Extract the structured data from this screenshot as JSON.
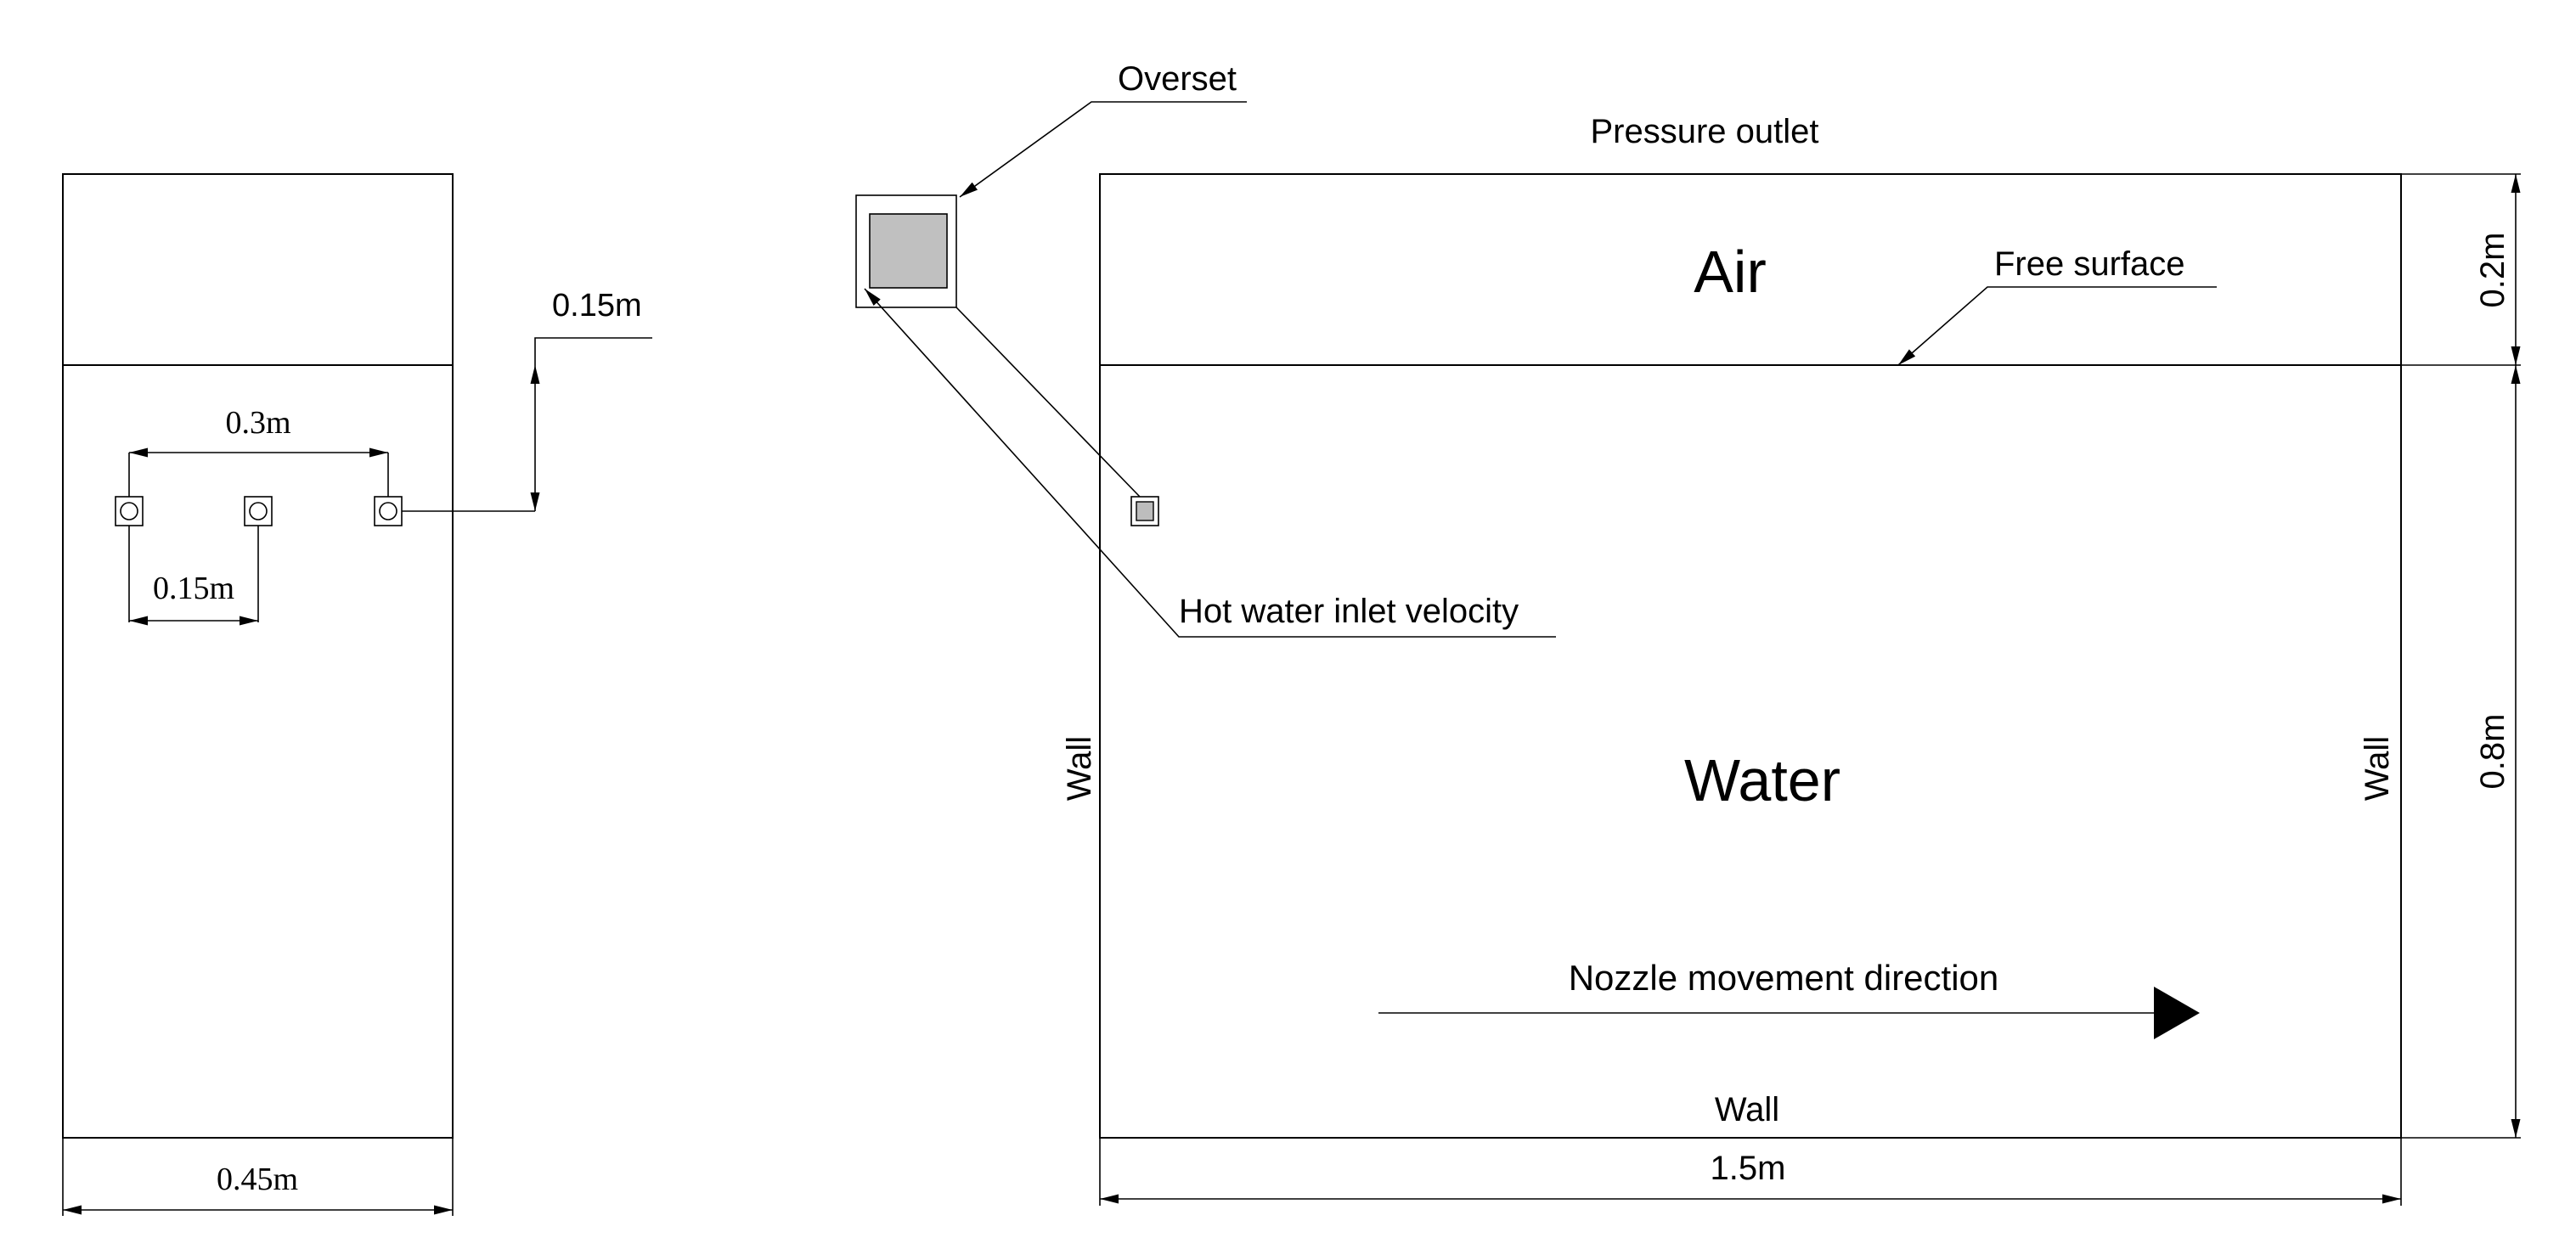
{
  "side_view": {
    "dim_nozzle_depth": "0.15m",
    "dim_outer_span": "0.3m",
    "dim_nozzle_spacing": "0.15m",
    "dim_width": "0.45m"
  },
  "front_view": {
    "overset_label": "Overset",
    "pressure_outlet_label": "Pressure outlet",
    "air_label": "Air",
    "free_surface_label": "Free surface",
    "dim_air_height": "0.2m",
    "hot_water_inlet_label": "Hot water inlet velocity",
    "water_label": "Water",
    "wall_left_label": "Wall",
    "wall_right_label": "Wall",
    "wall_bottom_label": "Wall",
    "dim_water_height": "0.8m",
    "movement_label": "Nozzle movement direction",
    "dim_length": "1.5m"
  },
  "colors": {
    "line": "#000000",
    "overset_fill": "#c0c0c0",
    "nozzle_fill": "#bdbdbd"
  }
}
